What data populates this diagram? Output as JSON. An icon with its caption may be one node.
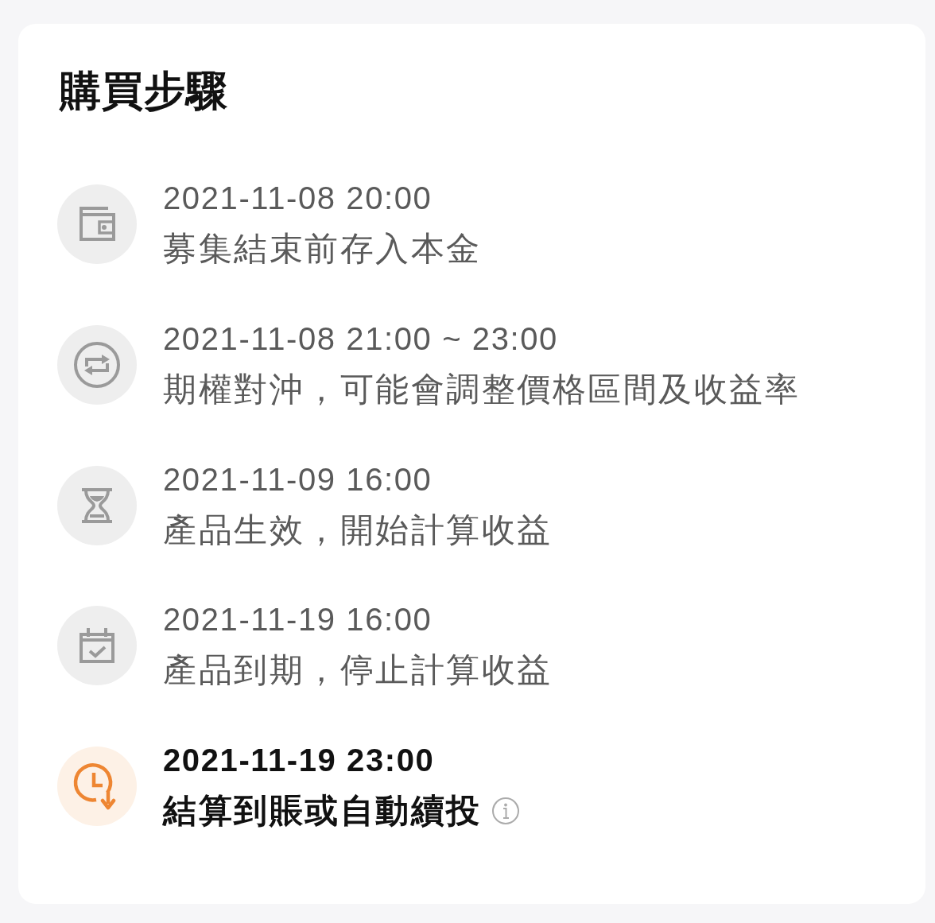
{
  "diagram": {
    "title": "購買步驟",
    "nodes": [
      {
        "text": [],
        "shape": "circle",
        "beside": [
          "2021-11-08 20:00",
          "募集結束前存入本金"
        ]
      },
      {
        "text": [],
        "shape": "circle",
        "beside": [
          "2021-11-08 21:00 ~ 23:00",
          "期權對沖，可能會調整價格區間及收益率"
        ]
      },
      {
        "text": [],
        "shape": "circle",
        "beside": [
          "2021-11-09 16:00",
          "產品生效，開始計算收益"
        ]
      },
      {
        "text": [],
        "shape": "circle",
        "beside": [
          "2021-11-19 16:00",
          "產品到期，停止計算收益"
        ]
      },
      {
        "text": [],
        "shape": "circle",
        "beside": [
          "2021-11-19 23:00",
          "結算到賬或自動續投"
        ]
      }
    ]
  }
}
